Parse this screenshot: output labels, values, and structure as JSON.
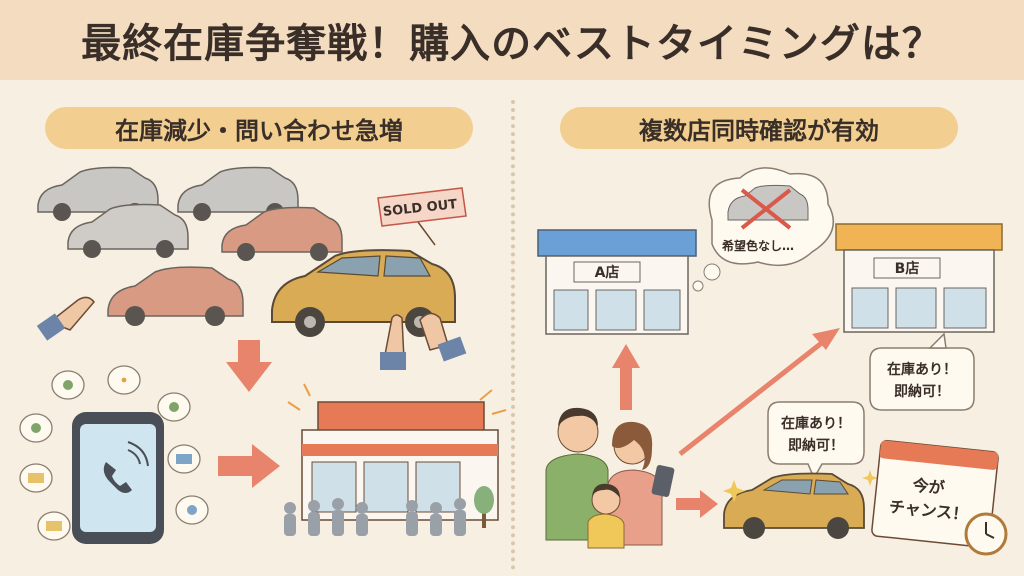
{
  "title": "最終在庫争奪戦！購入のベストタイミングは？",
  "left_heading": "在庫減少・問い合わせ急増",
  "right_heading": "複数店同時確認が有効",
  "sold_out_tag": "SOLD OUT",
  "store_a_sign": "A店",
  "store_b_sign": "B店",
  "thought_bubble_text": "希望色なし…",
  "bubble_b": [
    "在庫あり！",
    "即納可！"
  ],
  "bubble_car": [
    "在庫あり！",
    "即納可！"
  ],
  "calendar_text": [
    "今が",
    "チャンス！"
  ],
  "colors": {
    "background": "#f7efe1",
    "title_band": "#f3dcc0",
    "heading_pill": "#f2cf91",
    "arrow": "#e8836c",
    "car_gold": "#d9ab55",
    "car_gray": "#c9c7c3",
    "car_pink": "#d89a82",
    "store_a_roof": "#6aa0d6",
    "store_b_roof": "#f0b455",
    "dealer_roof": "#e67a56"
  }
}
